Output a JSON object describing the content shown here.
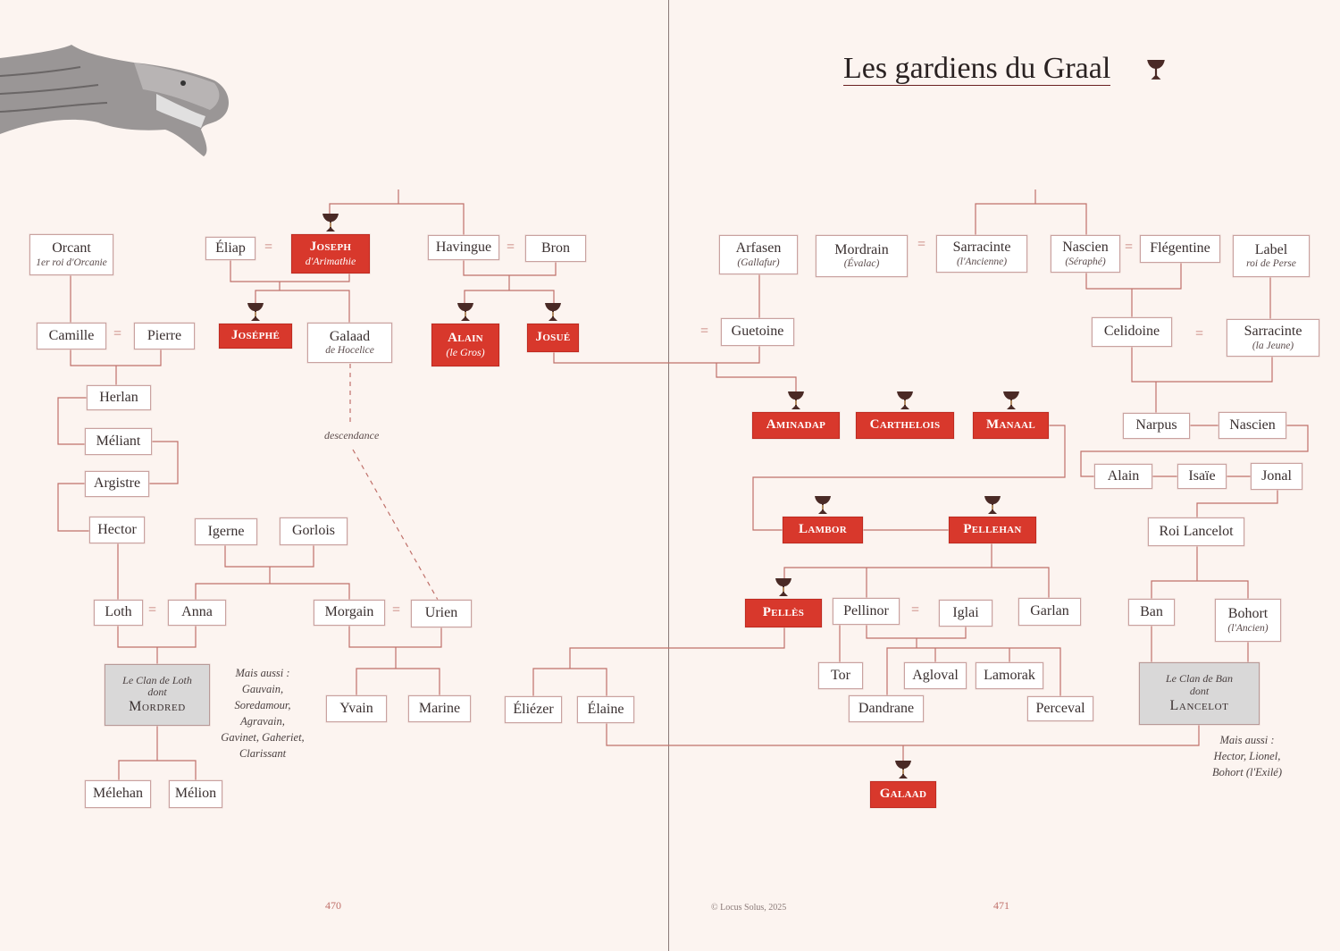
{
  "title": "Les gardiens du Graal",
  "page_left": "470",
  "page_right": "471",
  "copyright": "© Locus Solus, 2025",
  "descendance_label": "descendance",
  "equals": "=",
  "colors": {
    "accent_red": "#d8382c",
    "line": "#c0706a",
    "background": "#fcf4f0",
    "clan_gray": "#d9d8d8"
  },
  "notes": {
    "loth": [
      "Mais aussi :",
      "Gauvain,",
      "Soredamour,",
      "Agravain,",
      "Gavinet, Gaheriet,",
      "Clarissant"
    ],
    "ban": [
      "Mais aussi :",
      "Hector, Lionel,",
      "Bohort (l'Exilé)"
    ]
  },
  "nodes": {
    "orcant": {
      "name": "Orcant",
      "sub": "1er roi d'Orcanie"
    },
    "eliap": {
      "name": "Éliap"
    },
    "joseph": {
      "name": "Joseph",
      "sub": "d'Arimathie",
      "grail": true
    },
    "havingue": {
      "name": "Havingue"
    },
    "bron": {
      "name": "Bron"
    },
    "camille": {
      "name": "Camille"
    },
    "pierre": {
      "name": "Pierre"
    },
    "josephe": {
      "name": "Joséphé",
      "grail": true
    },
    "galaad_hocelice": {
      "name": "Galaad",
      "sub": "de Hocelice"
    },
    "alain_gros": {
      "name": "Alain",
      "sub": "(le Gros)",
      "grail": true
    },
    "josue": {
      "name": "Josué",
      "grail": true
    },
    "herlan": {
      "name": "Herlan"
    },
    "meliant": {
      "name": "Méliant"
    },
    "argistre": {
      "name": "Argistre"
    },
    "hector": {
      "name": "Hector"
    },
    "igerne": {
      "name": "Igerne"
    },
    "gorlois": {
      "name": "Gorlois"
    },
    "loth": {
      "name": "Loth"
    },
    "anna": {
      "name": "Anna"
    },
    "morgain": {
      "name": "Morgain"
    },
    "urien": {
      "name": "Urien"
    },
    "clan_loth": {
      "pre": "Le Clan de Loth",
      "mid": "dont",
      "name": "Mordred"
    },
    "yvain": {
      "name": "Yvain"
    },
    "marine": {
      "name": "Marine"
    },
    "melehan": {
      "name": "Mélehan"
    },
    "melion": {
      "name": "Mélion"
    },
    "arfasen": {
      "name": "Arfasen",
      "sub": "(Gallafur)"
    },
    "mordrain": {
      "name": "Mordrain",
      "sub": "(Évalac)"
    },
    "sarracinte_ancienne": {
      "name": "Sarracinte",
      "sub": "(l'Ancienne)"
    },
    "nascien_seraphe": {
      "name": "Nascien",
      "sub": "(Séraphé)"
    },
    "flegentine": {
      "name": "Flégentine"
    },
    "label": {
      "name": "Label",
      "sub": "roi de Perse"
    },
    "guetoine": {
      "name": "Guetoine"
    },
    "celidoine": {
      "name": "Celidoine"
    },
    "sarracinte_jeune": {
      "name": "Sarracinte",
      "sub": "(la Jeune)"
    },
    "aminadap": {
      "name": "Aminadap",
      "grail": true
    },
    "carthelois": {
      "name": "Carthelois",
      "grail": true
    },
    "manaal": {
      "name": "Manaal",
      "grail": true
    },
    "narpus": {
      "name": "Narpus"
    },
    "nascien": {
      "name": "Nascien"
    },
    "alain": {
      "name": "Alain"
    },
    "isaie": {
      "name": "Isaïe"
    },
    "jonal": {
      "name": "Jonal"
    },
    "lambor": {
      "name": "Lambor",
      "grail": true
    },
    "pellehan": {
      "name": "Pellehan",
      "grail": true
    },
    "roi_lancelot": {
      "name": "Roi Lancelot"
    },
    "pelles": {
      "name": "Pellès",
      "grail": true
    },
    "pellinor": {
      "name": "Pellinor"
    },
    "iglai": {
      "name": "Iglai"
    },
    "garlan": {
      "name": "Garlan"
    },
    "ban": {
      "name": "Ban"
    },
    "bohort": {
      "name": "Bohort",
      "sub": "(l'Ancien)"
    },
    "tor": {
      "name": "Tor"
    },
    "agloval": {
      "name": "Agloval"
    },
    "lamorak": {
      "name": "Lamorak"
    },
    "dandrane": {
      "name": "Dandrane"
    },
    "perceval": {
      "name": "Perceval"
    },
    "eliezer": {
      "name": "Éliézer"
    },
    "elaine": {
      "name": "Élaine"
    },
    "clan_ban": {
      "pre": "Le Clan de Ban",
      "mid": "dont",
      "name": "Lancelot"
    },
    "galaad": {
      "name": "Galaad",
      "grail": true
    }
  }
}
